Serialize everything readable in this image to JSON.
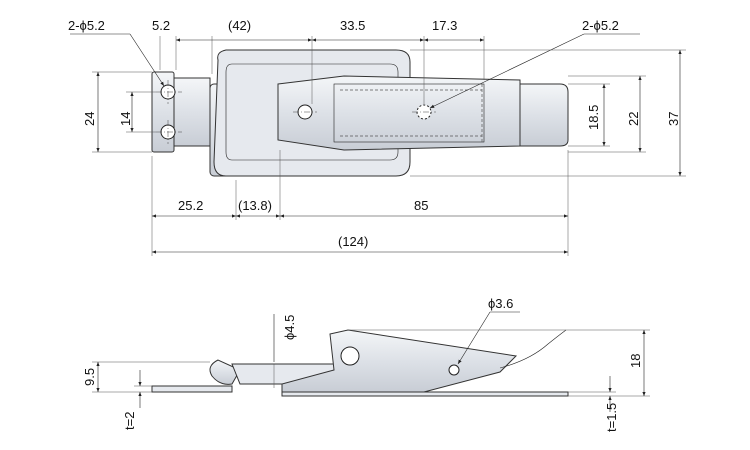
{
  "dimensions": {
    "top_view": {
      "holes_left": "2-ϕ5.2",
      "holes_right": "2-ϕ5.2",
      "d_5_2": "5.2",
      "d_42": "(42)",
      "d_33_5": "33.5",
      "d_17_3": "17.3",
      "d_24": "24",
      "d_14": "14",
      "d_18_5": "18.5",
      "d_22": "22",
      "d_37": "37",
      "d_25_2": "25.2",
      "d_13_8": "(13.8)",
      "d_85": "85",
      "d_124": "(124)"
    },
    "side_view": {
      "phi_4_5": "ϕ4.5",
      "phi_3_6": "ϕ3.6",
      "d_9_5": "9.5",
      "d_18": "18",
      "t_2": "t=2",
      "t_1_5": "t=1.5"
    }
  },
  "colors": {
    "line": "#222222",
    "metal_light": "#f4f6f8",
    "metal_dark": "#cfd4db"
  }
}
